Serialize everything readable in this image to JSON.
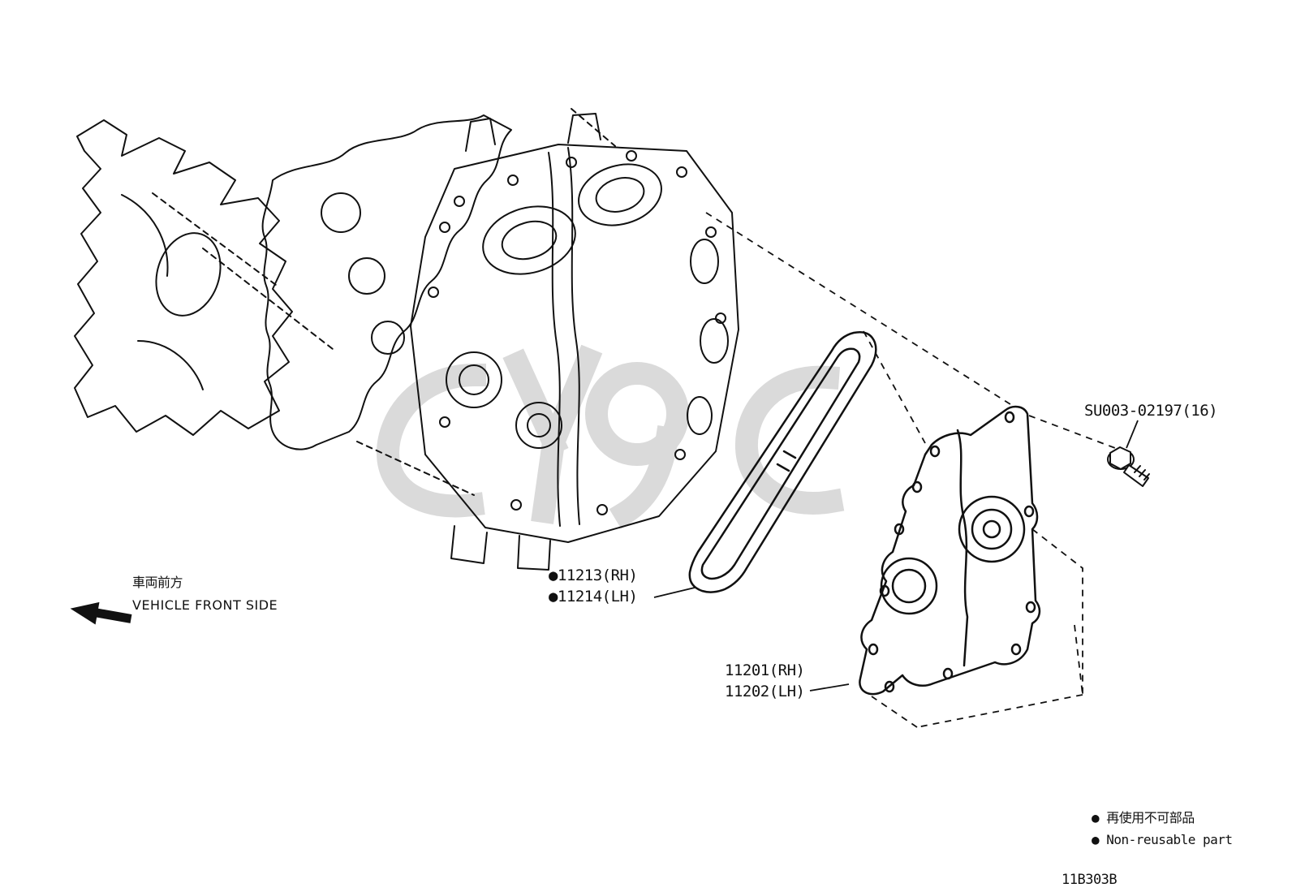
{
  "page": {
    "background": "#ffffff",
    "line_color": "#111111",
    "watermark_color": "#d9d9d9",
    "diagram_code": "11B303B"
  },
  "labels": {
    "bolt": "SU003-02197(16)",
    "gasket_rh": "●11213(RH)",
    "gasket_lh": "●11214(LH)",
    "cover_rh": "11201(RH)",
    "cover_lh": "11202(LH)"
  },
  "direction": {
    "jp": "車両前方",
    "en": "VEHICLE FRONT SIDE"
  },
  "legend": {
    "jp": "● 再使用不可部品",
    "en": "● Non-reusable part"
  }
}
